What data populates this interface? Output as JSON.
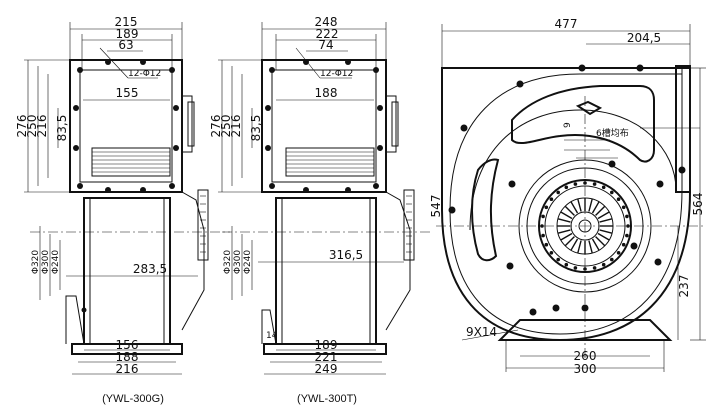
{
  "view_g": {
    "caption": "(YWL-300G)",
    "top_dims": [
      "215",
      "189",
      "63"
    ],
    "hole_label": "12-Φ12",
    "inner_width": "155",
    "left_dims": [
      "276",
      "250",
      "216",
      "83,5"
    ],
    "shaft_dims": [
      "Φ320",
      "Φ300",
      "Φ240"
    ],
    "horizontal_dim": "283,5",
    "bottom_dims": [
      "156",
      "188",
      "216"
    ]
  },
  "view_t": {
    "caption": "(YWL-300T)",
    "top_dims": [
      "248",
      "222",
      "74"
    ],
    "hole_label": "12-Φ12",
    "inner_width": "188",
    "left_dims": [
      "276",
      "250",
      "216",
      "83,5"
    ],
    "shaft_dims": [
      "Φ320",
      "Φ300",
      "Φ240"
    ],
    "horizontal_dim": "316,5",
    "bottom_dims": [
      "189",
      "221",
      "249"
    ],
    "small_dim": "14"
  },
  "front_view": {
    "top_dims": [
      "477",
      "204,5"
    ],
    "right_dims": [
      "547",
      "564",
      "237"
    ],
    "note": "6槽均布",
    "small_dim": "9",
    "slot_label": "9X14",
    "bottom_dims": [
      "260",
      "300"
    ]
  }
}
